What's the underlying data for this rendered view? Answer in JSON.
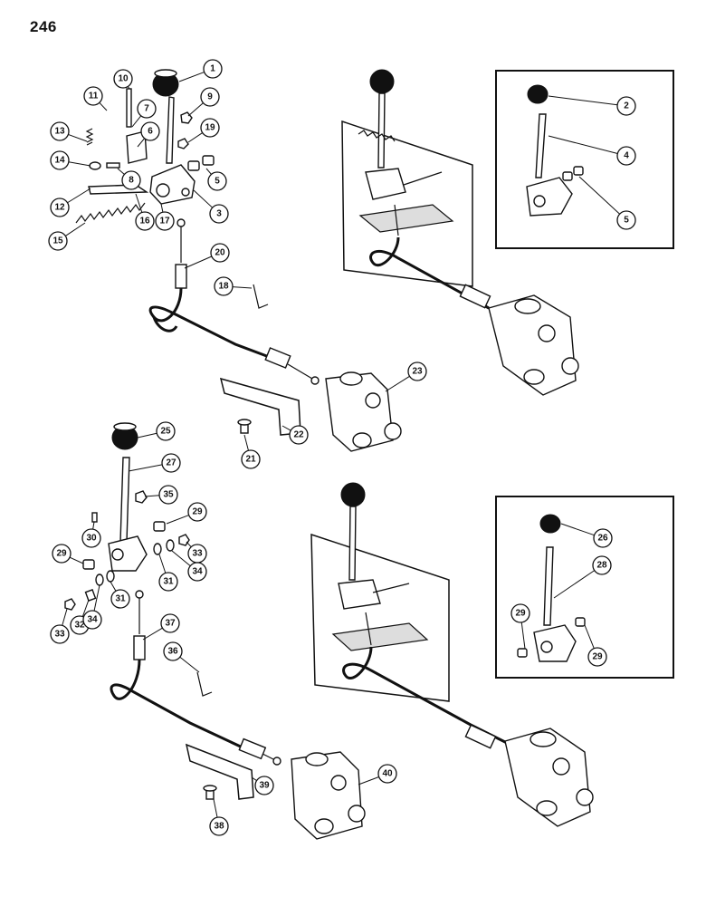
{
  "page_number": "246",
  "callouts_upper": [
    "1",
    "2",
    "3",
    "4",
    "5",
    "6",
    "7",
    "8",
    "9",
    "10",
    "11",
    "12",
    "13",
    "14",
    "15",
    "16",
    "17",
    "18",
    "19",
    "20",
    "21",
    "22",
    "23"
  ],
  "callouts_lower": [
    "25",
    "26",
    "27",
    "28",
    "29",
    "30",
    "31",
    "32",
    "33",
    "34",
    "35",
    "36",
    "37",
    "38",
    "39",
    "40"
  ]
}
